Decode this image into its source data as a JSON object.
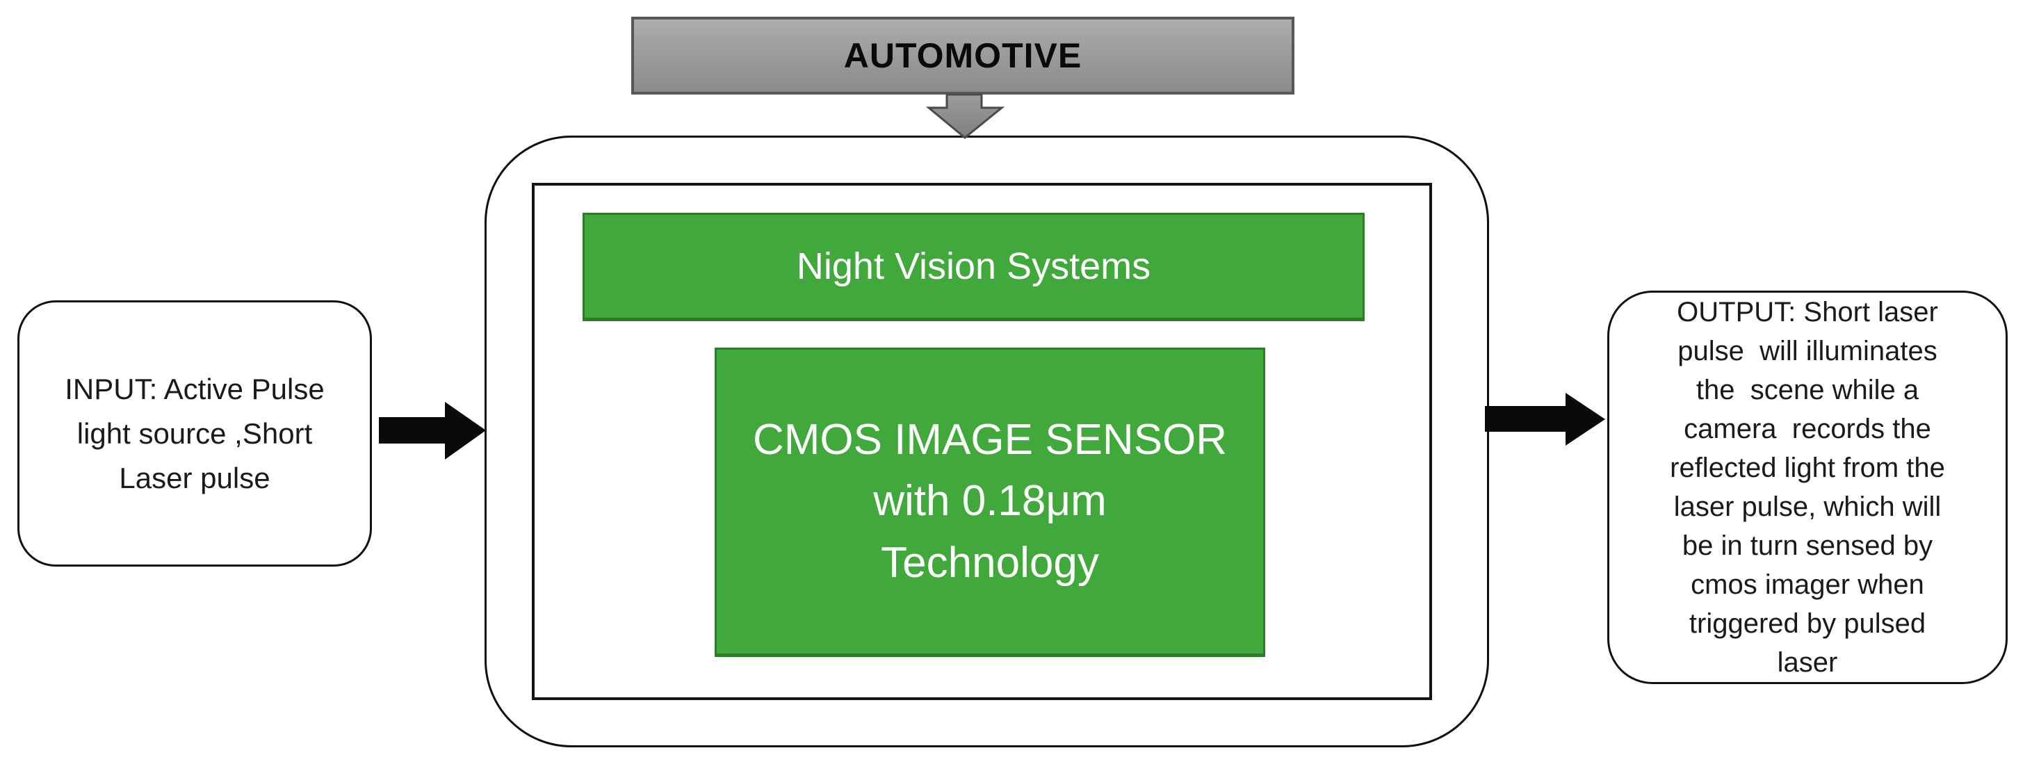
{
  "figure": {
    "automotive_box": {
      "label": "AUTOMOTIVE"
    },
    "night_vision_box": {
      "label": "Night Vision Systems"
    },
    "cmos_box": {
      "lines": [
        "CMOS IMAGE SENSOR",
        "with 0.18μm",
        "Technology"
      ]
    },
    "input_box": {
      "lines": [
        "INPUT: Active Pulse",
        "light source ,Short",
        "Laser pulse"
      ]
    },
    "output_box": {
      "lines": [
        "OUTPUT: Short laser",
        "pulse  will illuminates",
        "the  scene while a",
        "camera  records the",
        "reflected light from the",
        "laser pulse, which will",
        "be in turn sensed by",
        "cmos imager when",
        "triggered by pulsed",
        "laser"
      ]
    },
    "icons": {
      "automotive_to_container": "down-arrow-icon",
      "input_to_container": "right-arrow-icon",
      "container_to_output": "right-arrow-icon"
    },
    "colors": {
      "green_fill": "#41A83B",
      "green_border": "#2B7D26",
      "gray_fill_top": "#ACADAF",
      "gray_fill_bottom": "#8A8B8D",
      "gray_border": "#57585A",
      "outline_black": "#0F0F0F",
      "arrow_black": "#0A0A0A",
      "text_white": "#FFFFFF",
      "text_black": "#1A1A1A",
      "background": "#FFFFFF"
    }
  }
}
